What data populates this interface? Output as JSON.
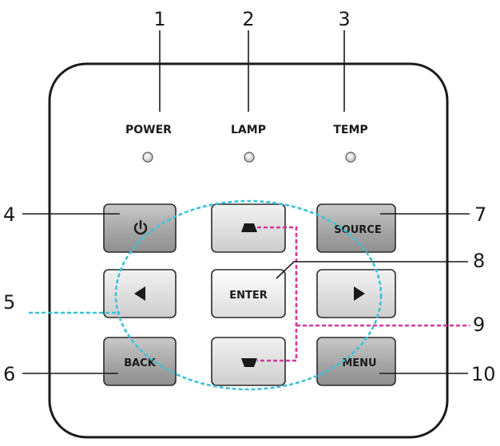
{
  "callouts": {
    "c1": "1",
    "c2": "2",
    "c3": "3",
    "c4": "4",
    "c5": "5",
    "c6": "6",
    "c7": "7",
    "c8": "8",
    "c9": "9",
    "c10": "10"
  },
  "indicators": {
    "power": "POWER",
    "lamp": "LAMP",
    "temp": "TEMP"
  },
  "buttons": {
    "source": "SOURCE",
    "enter": "ENTER",
    "back": "BACK",
    "menu": "MENU"
  },
  "icons": {
    "power": "power-icon",
    "up": "up-arrow-icon",
    "down": "down-arrow-icon",
    "left": "left-arrow-icon",
    "right": "right-arrow-icon"
  },
  "colors": {
    "key_gray": "#a4a4a4",
    "key_light": "#e2e2e2",
    "enter_key": "#eeeeee",
    "highlight_cyan": "#3cc1d9",
    "highlight_magenta": "#d6359c",
    "panel_outline": "#1a1a1a"
  }
}
